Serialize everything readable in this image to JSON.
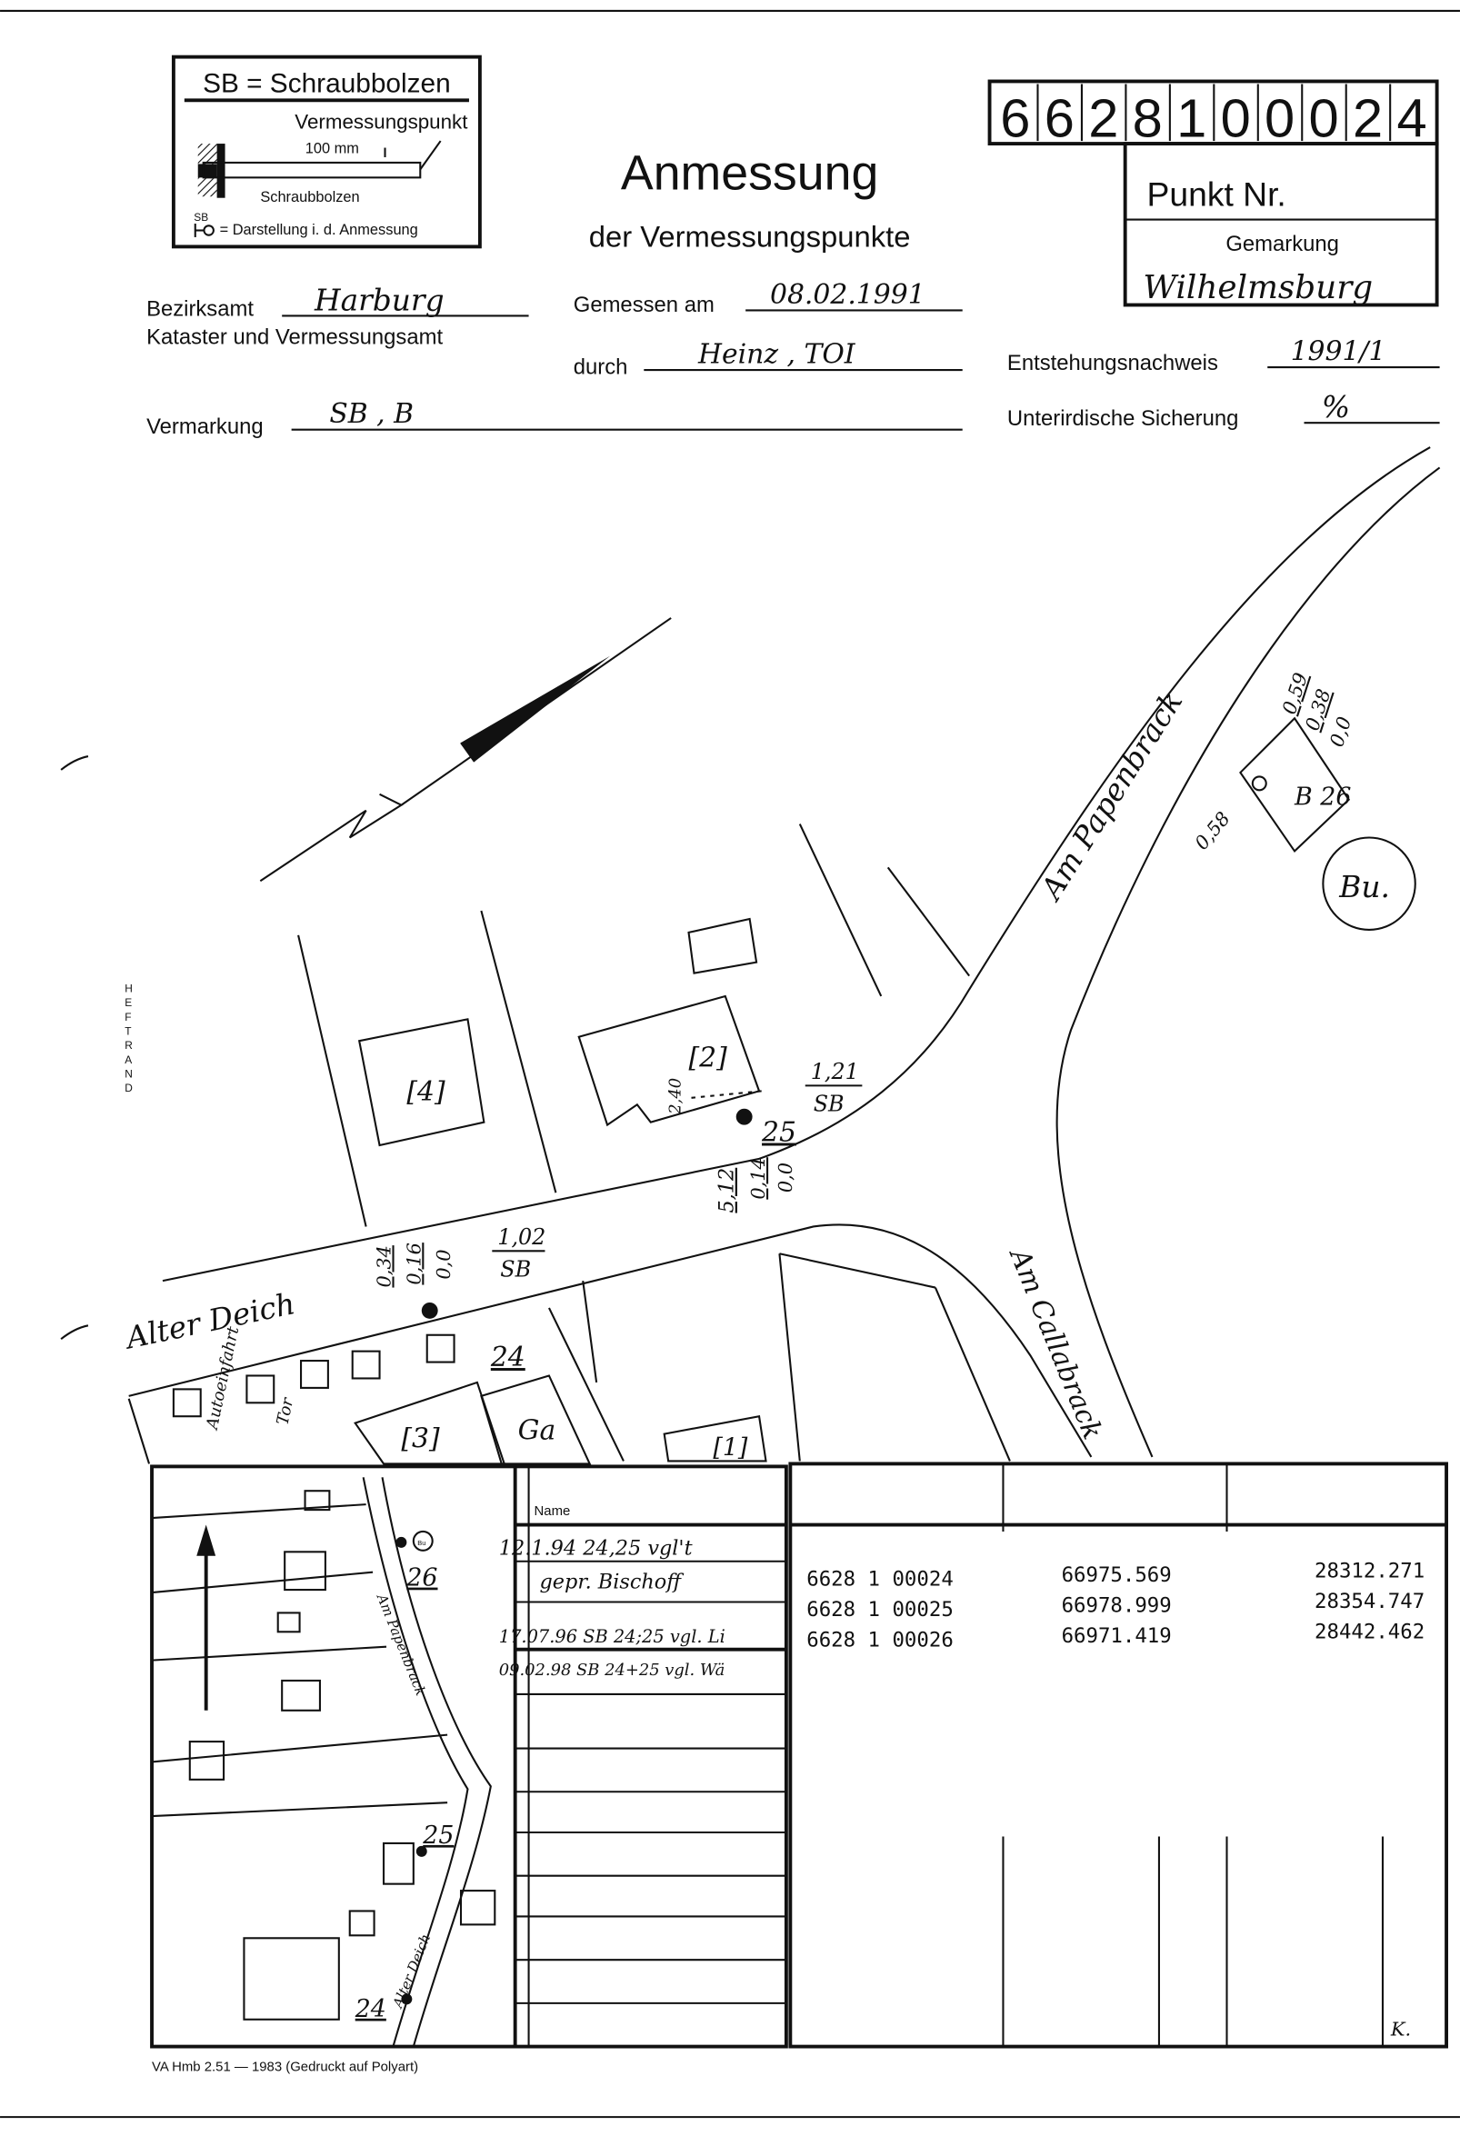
{
  "legend": {
    "title": "SB = Schraubbolzen",
    "point": "Vermessungspunkt",
    "length": "100 mm",
    "bolt": "Schraubbolzen",
    "symbol_abbr": "SB",
    "representation": "= Darstellung i. d. Anmessung"
  },
  "header": {
    "title": "Anmessung",
    "subtitle": "der Vermessungspunkte",
    "point_number_digits": [
      "6",
      "6",
      "2",
      "8",
      "1",
      "0",
      "0",
      "0",
      "2",
      "4"
    ],
    "point_label": "Punkt Nr.",
    "gemarkung_label": "Gemarkung",
    "gemarkung_value": "Wilhelmsburg"
  },
  "form": {
    "bezirksamt_label": "Bezirksamt",
    "bezirksamt_value": "Harburg",
    "office_label": "Kataster und Vermessungsamt",
    "gemessen_label": "Gemessen am",
    "gemessen_value": "08.02.1991",
    "durch_label": "durch",
    "durch_value": "Heinz , TOI",
    "entstehung_label": "Entstehungsnachweis",
    "entstehung_value": "1991/1",
    "vermarkung_label": "Vermarkung",
    "vermarkung_value": "SB , B",
    "sicherung_label": "Unterirdische Sicherung",
    "sicherung_value": "%"
  },
  "margin_label": "HEFTRAND",
  "sketch": {
    "street_papenbrack": "Am Papenbrack",
    "street_callabrack": "Am Callabrack",
    "street_alter_deich": "Alter Deich",
    "building_4": "[4]",
    "building_2": "[2]",
    "building_3": "[3]",
    "building_1": "[1]",
    "garage": "Ga",
    "point_24": "24",
    "point_25": "25",
    "point_26": "26",
    "tree": "Bu.",
    "b26": "B 26",
    "m_25_a": "1,21",
    "m_25_b": "SB",
    "m_24_a": "1,02",
    "m_24_b": "SB",
    "m_512": "5,12",
    "m_014": "0,14",
    "m_00a": "0,0",
    "m_034": "0,34",
    "m_016": "0,16",
    "m_00b": "0,0",
    "m_240": "2,40",
    "m_059": "0,59",
    "m_038": "0,38",
    "m_00c": "0,0",
    "m_058": "0,58",
    "autoeinfahrt": "Autoeinfahrt",
    "tor": "Tor"
  },
  "overview_map": {
    "p26": "26",
    "p25": "25",
    "p24": "24",
    "bu": "Bu",
    "street_papenbrack": "Am Papenbrack",
    "street_alter_deich": "Alter Deich"
  },
  "name_column": {
    "header": "Name",
    "entries": [
      "12.1.94  24,25 vgl't",
      "gepr. Bischoff",
      "17.07.96 SB 24;25 vgl. Li",
      "09.02.98 SB 24+25 vgl. Wä"
    ]
  },
  "coordinates": {
    "rows": [
      {
        "point": "6628 1 00024",
        "x": "66975.569",
        "y": "28312.271"
      },
      {
        "point": "6628 1 00025",
        "x": "66978.999",
        "y": "28354.747"
      },
      {
        "point": "6628 1 00026",
        "x": "66971.419",
        "y": "28442.462"
      }
    ]
  },
  "corner_mark": "K.",
  "footer": "VA Hmb 2.51 — 1983 (Gedruckt auf Polyart)"
}
